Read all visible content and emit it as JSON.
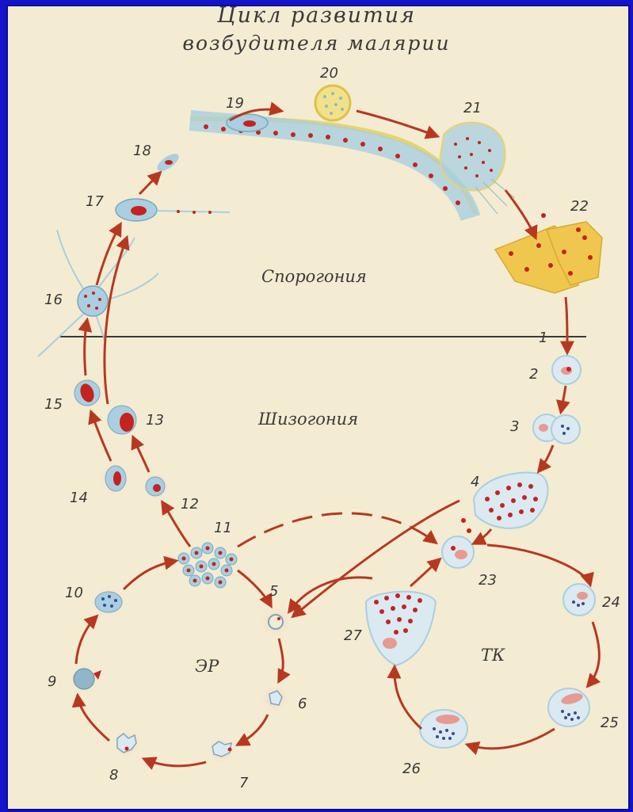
{
  "title": {
    "line1": "Цикл развития",
    "line2": "возбудителя малярии"
  },
  "zones": {
    "sporogony": "Спорогония",
    "schizogony": "Шизогония",
    "erythrocytic_cycle": "ЭР",
    "tissue_cycle": "ТК"
  },
  "stage_labels": [
    "1",
    "2",
    "3",
    "4",
    "5",
    "6",
    "7",
    "8",
    "9",
    "10",
    "11",
    "12",
    "13",
    "14",
    "15",
    "16",
    "17",
    "18",
    "19",
    "20",
    "21",
    "22",
    "23",
    "24",
    "25",
    "26",
    "27"
  ],
  "colors": {
    "background": "#f3ecd2",
    "frame": "#1414c8",
    "arrow": "#b8381f",
    "cell": "#a9cfe0",
    "nucleus": "#c4231f",
    "gut_wall": "#e9d36b",
    "gland": "#f0c74e"
  }
}
